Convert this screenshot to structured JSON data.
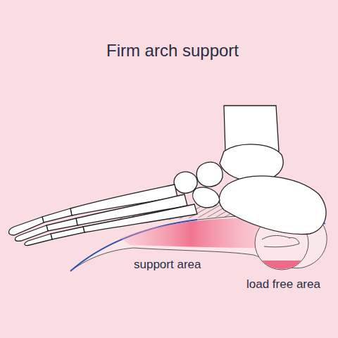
{
  "diagram": {
    "title": "Firm arch support",
    "labels": [
      "support area",
      "load free area"
    ]
  }
}
